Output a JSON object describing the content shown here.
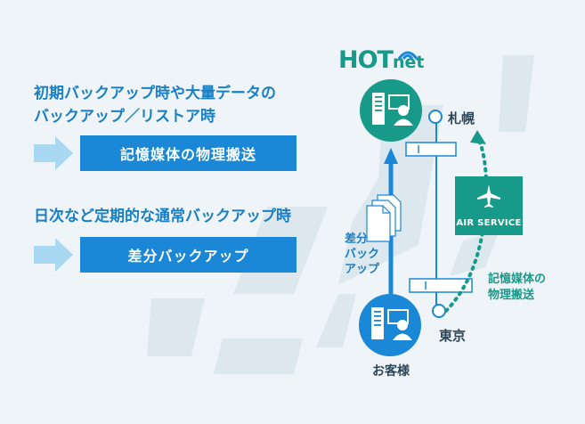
{
  "left": {
    "heading1_line1": "初期バックアップ時や大量データの",
    "heading1_line2": "バックアップ／リストア時",
    "box1": "記憶媒体の物理搬送",
    "heading2": "日次など定期的な通常バックアップ時",
    "box2": "差分バックアップ"
  },
  "right": {
    "logo_hot": "HOT",
    "logo_net": "net",
    "sapporo": "札幌",
    "tokyo": "東京",
    "customer": "お客様",
    "diff_line1": "差分",
    "diff_line2": "バック",
    "diff_line3": "アップ",
    "transport_line1": "記憶媒体の",
    "transport_line2": "物理搬送",
    "air_service": "AIR SERVICE"
  },
  "icons": [
    "server-icon",
    "user-icon",
    "document-icon",
    "airplane-icon",
    "arrow-right-icon"
  ],
  "colors": {
    "blue": "#1a88d6",
    "teal": "#179a8a",
    "light_blue": "#a9d8f2",
    "text_blue": "#1a7fc3",
    "background": "#eef4f7"
  }
}
